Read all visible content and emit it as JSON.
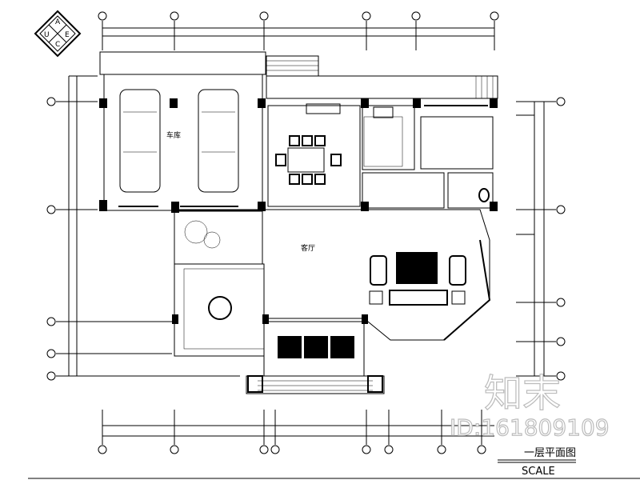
{
  "drawing": {
    "title": "一层平面图",
    "scale_label": "SCALE",
    "compass": {
      "top": "A",
      "left": "U",
      "right": "E",
      "bottom": "C"
    },
    "rooms": {
      "garage": "车库",
      "living": "客厅"
    }
  },
  "watermark": {
    "brand": "知末",
    "id_text": "ID:161809109"
  }
}
